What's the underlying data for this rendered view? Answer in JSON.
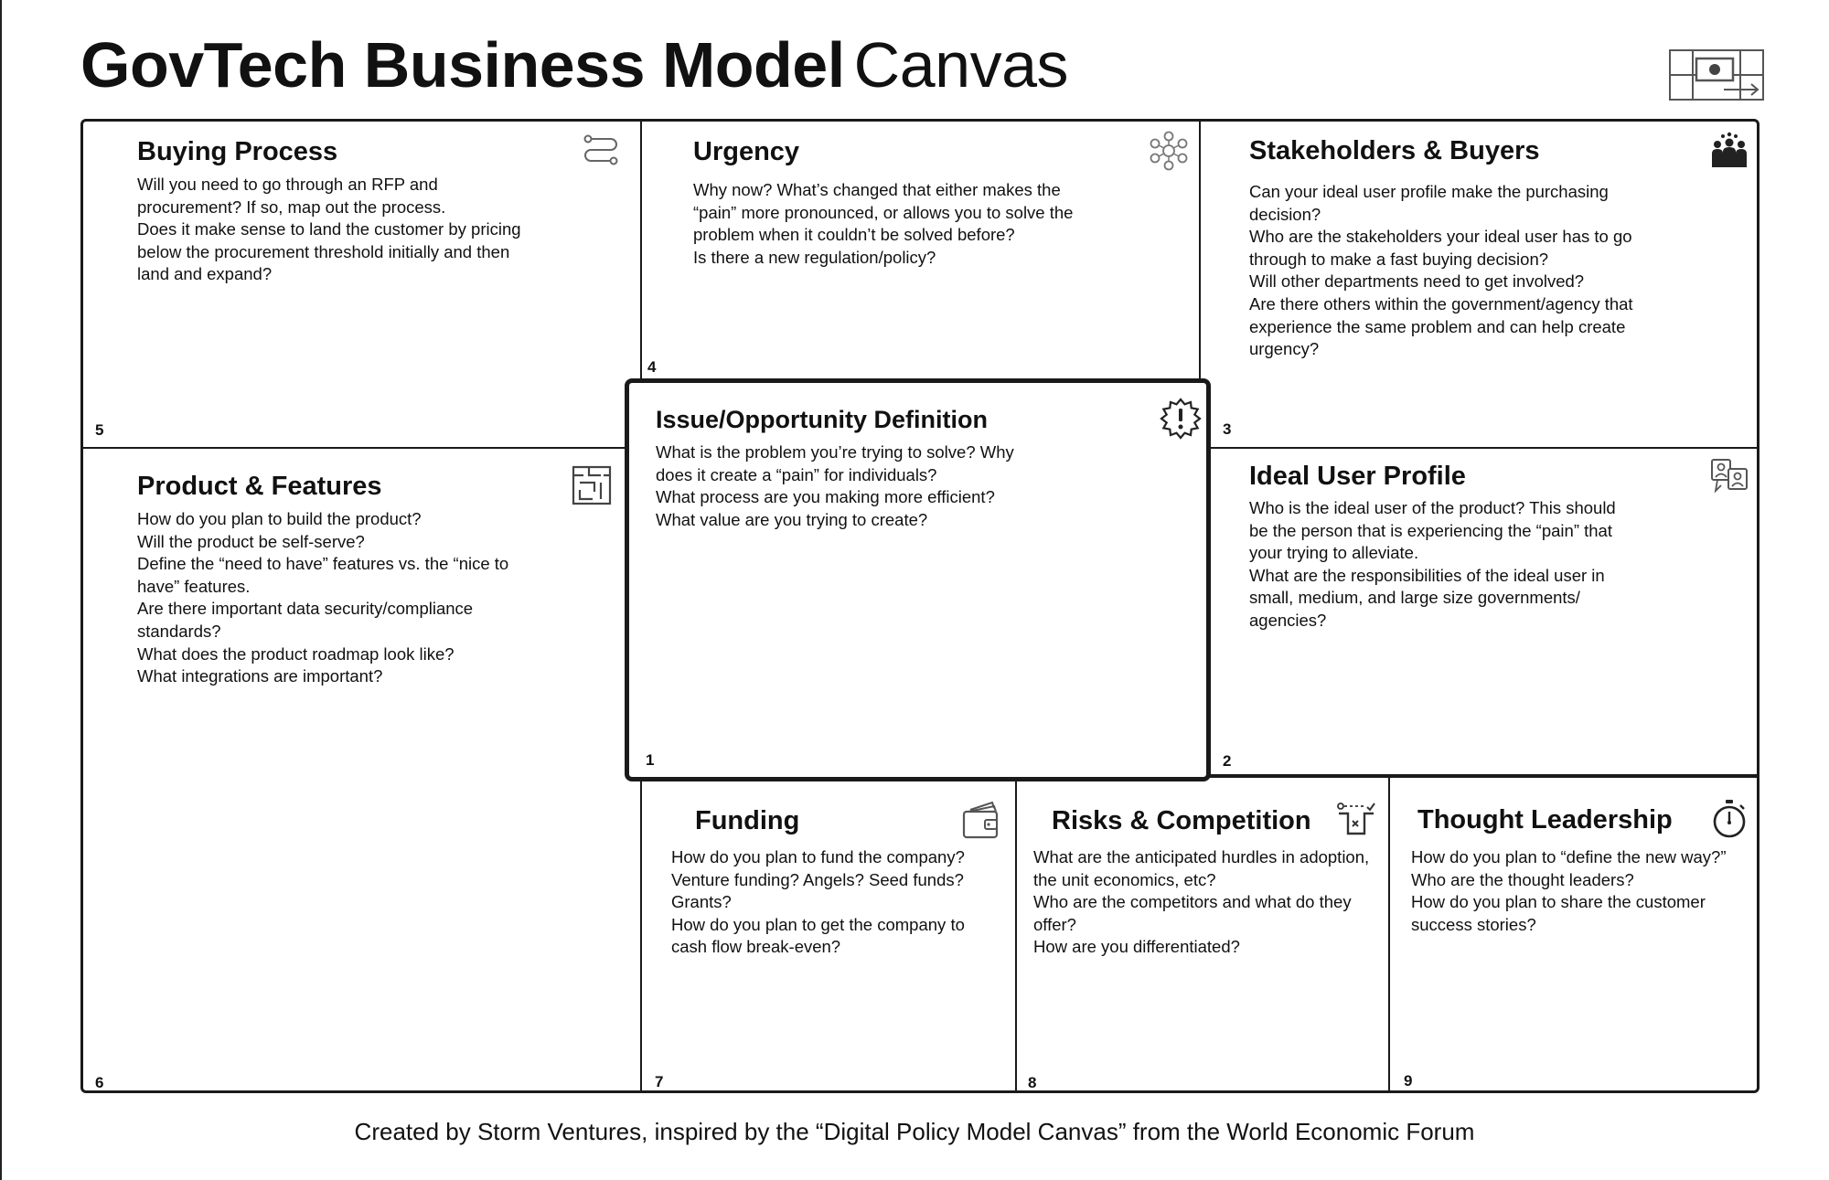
{
  "title": {
    "bold": "GovTech Business Model",
    "light": "Canvas"
  },
  "logo": {
    "icon": "canvas-grid-logo-icon"
  },
  "cells": {
    "buying_process": {
      "title": "Buying Process",
      "number": "5",
      "icon": "route-icon",
      "lines": [
        "Will you need to go through an RFP and procurement? If so, map out the process.",
        "Does it make sense to land the customer by pricing below the procurement threshold initially and then land and expand?"
      ]
    },
    "urgency": {
      "title": "Urgency",
      "number": "4",
      "icon": "network-nodes-icon",
      "lines": [
        "Why now? What’s changed that either makes the “pain” more pronounced, or allows you to solve the problem when it couldn’t be solved before?",
        "Is there a new regulation/policy?"
      ]
    },
    "stakeholders": {
      "title": "Stakeholders & Buyers",
      "number": "3",
      "icon": "people-group-icon",
      "lines": [
        "Can your ideal user profile make the purchasing decision?",
        "Who are the stakeholders your ideal user has to go through to make a fast buying decision?",
        "Will other departments need to get involved?",
        "Are there others within the government/agency that experience the same problem and can help create urgency?"
      ]
    },
    "product": {
      "title": "Product & Features",
      "number": "6",
      "icon": "maze-icon",
      "lines": [
        "How do you plan to build the product?",
        "Will the product be self-serve?",
        "Define the “need to have” features vs. the “nice to have” features.",
        "Are there important data security/compliance standards?",
        "What does the product roadmap look like?",
        "What integrations are important?"
      ]
    },
    "issue": {
      "title": "Issue/Opportunity Definition",
      "number": "1",
      "icon": "alert-badge-icon",
      "lines": [
        "What is the problem you’re trying to solve? Why does it create a “pain” for individuals?",
        "What process are you making more efficient?",
        "What value are you trying to create?"
      ]
    },
    "ideal_user": {
      "title": "Ideal User Profile",
      "number": "2",
      "icon": "user-profiles-icon",
      "lines": [
        "Who is the ideal user of the product? This should be the person that is experiencing the “pain” that your trying to alleviate.",
        "What are the responsibilities of the ideal user in small, medium, and large size governments/ agencies?"
      ]
    },
    "funding": {
      "title": "Funding",
      "number": "7",
      "icon": "wallet-icon",
      "lines": [
        "How do you plan to fund the company?",
        "Venture funding? Angels? Seed funds? Grants?",
        "How do you plan to get the company to cash flow break-even?"
      ]
    },
    "risks": {
      "title": "Risks & Competition",
      "number": "8",
      "icon": "obstacle-path-icon",
      "lines": [
        "What are the anticipated hurdles in adoption, the unit economics, etc?",
        "Who are the competitors and what do they offer?",
        "How are you differentiated?"
      ]
    },
    "thought": {
      "title": "Thought Leadership",
      "number": "9",
      "icon": "stopwatch-icon",
      "lines": [
        "How do you plan to “define the new way?”",
        "Who are the thought leaders?",
        "How do you plan to share the customer success stories?"
      ]
    }
  },
  "footer": "Created by Storm Ventures, inspired by the “Digital Policy Model Canvas” from the World Economic Forum"
}
